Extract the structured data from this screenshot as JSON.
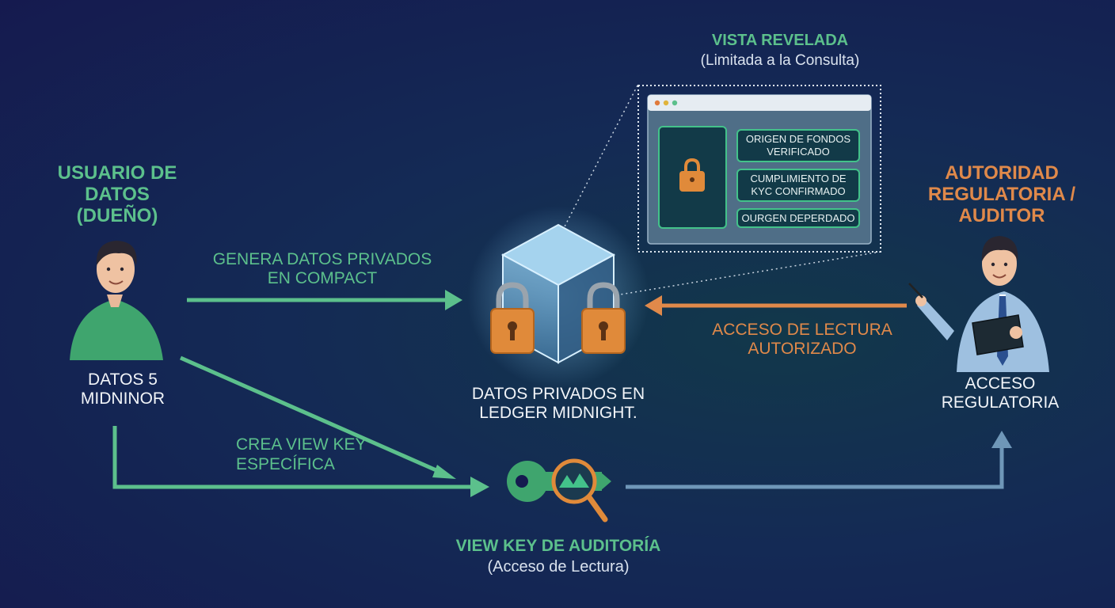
{
  "owner": {
    "role": "USUARIO DE DATOS (DUEÑO)",
    "data_label": "DATOS 5 MIDNINOR"
  },
  "actions": {
    "generate": "GENERA DATOS PRIVADOS EN COMPACT",
    "create_key": "CREA VIEW KEY ESPECÍFICA",
    "read_access": "ACCESO DE LECTURA AUTORIZADO"
  },
  "ledger": {
    "label": "DATOS PRIVADOS EN LEDGER MIDNIGHT."
  },
  "reveal": {
    "title": "VISTA REVELADA",
    "subtitle": "(Limitada a la Consulta)",
    "items": [
      "ORIGEN DE FONDOS VERIFICADO",
      "CUMPLIMIENTO DE KYC CONFIRMADO",
      "OURGEN DEPERDADO"
    ]
  },
  "authority": {
    "role": "AUTORIDAD REGULATORIA / AUDITOR",
    "access_label": "ACCESO REGULATORIA"
  },
  "view_key": {
    "title": "VIEW KEY DE AUDITORÍA",
    "subtitle": "(Acceso de Lectura)"
  },
  "colors": {
    "green": "#5cc08c",
    "orange": "#e0894a",
    "blue": "#6f97b8"
  }
}
